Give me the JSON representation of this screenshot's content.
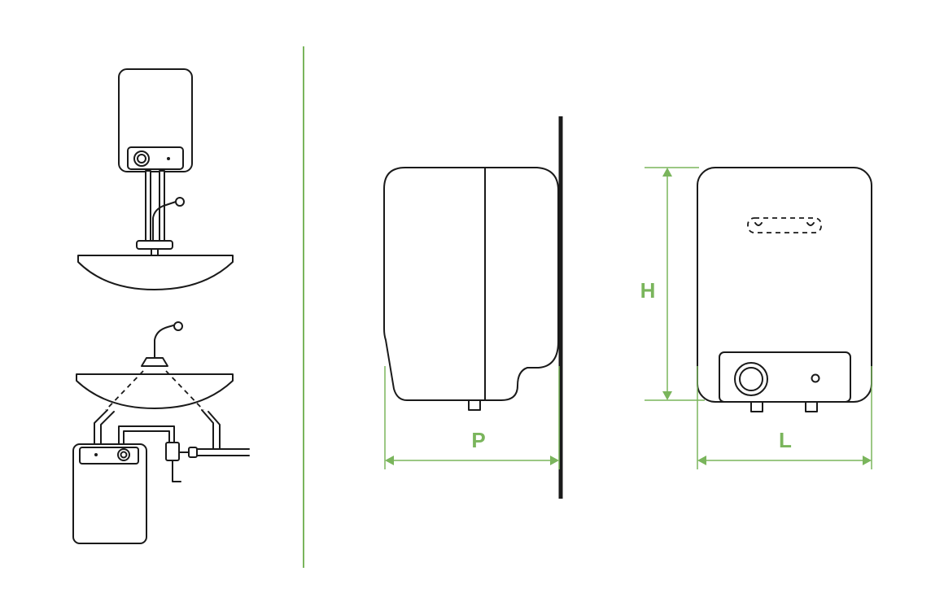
{
  "labels": {
    "depth": "P",
    "height": "H",
    "width": "L"
  },
  "colors": {
    "line": "#1a1a1a",
    "accent": "#7ab55c",
    "background": "#ffffff"
  },
  "icons": {
    "over_sink": "water-heater-over-sink-icon",
    "under_sink": "water-heater-under-sink-icon"
  }
}
